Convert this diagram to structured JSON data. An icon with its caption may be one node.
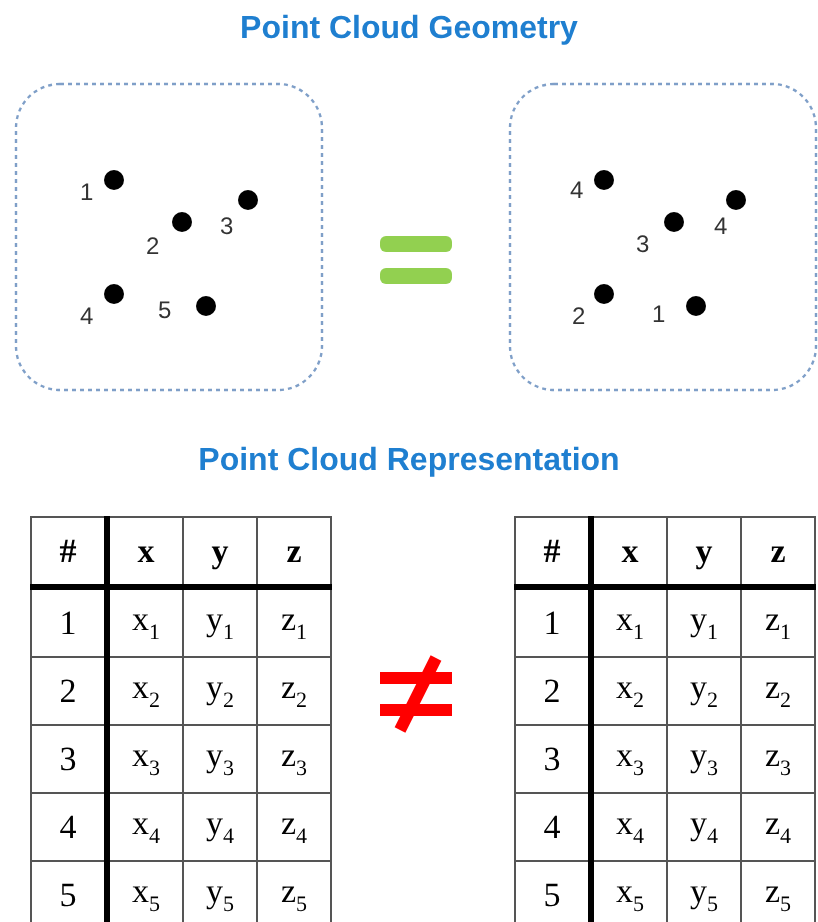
{
  "diagram": {
    "title": "Point Cloud Geometry",
    "labels": [
      "1",
      "2",
      "3",
      "4",
      "5",
      "4",
      "3",
      "4",
      "2",
      "1",
      "Point Cloud Representation",
      "#",
      "x",
      "y",
      "z",
      "1",
      "x$_{1}$",
      "y$_{1}$",
      "z$_{1}$",
      "2",
      "x$_{2}$",
      "y$_{2}$",
      "z$_{2}$",
      "3",
      "x$_{3}$",
      "y$_{3}$",
      "z$_{3}$",
      "4",
      "x$_{4}$",
      "y$_{4}$",
      "z$_{4}$",
      "5",
      "x$_{5}$",
      "y$_{5}$",
      "z$_{5}$",
      "#",
      "x",
      "y",
      "z",
      "1",
      "x$_{1}$",
      "y$_{1}$",
      "z$_{1}$",
      "2",
      "x$_{2}$",
      "y$_{2}$",
      "z$_{2}$",
      "3",
      "x$_{3}$",
      "y$_{3}$",
      "z$_{3}$",
      "4",
      "x$_{4}$",
      "y$_{4}$",
      "z$_{4}$",
      "5",
      "x$_{5}$",
      "y$_{5}$",
      "z$_{5}$"
    ]
  }
}
